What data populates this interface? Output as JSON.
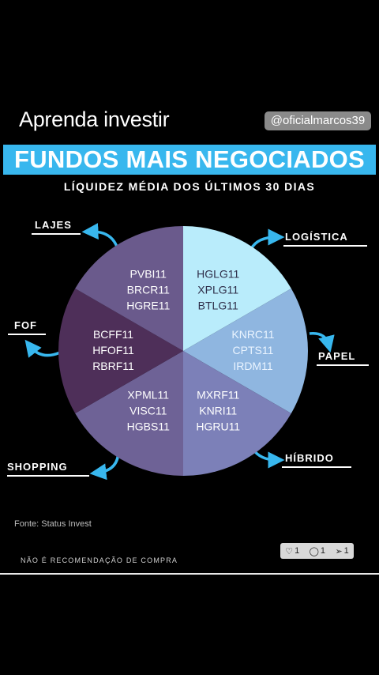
{
  "caption": "Aprenda investir",
  "handle": "@oficialmarcos39",
  "title": "FUNDOS MAIS NEGOCIADOS",
  "subtitle": "LÍQUIDEZ MÉDIA DOS ÚLTIMOS 30 DIAS",
  "segments": [
    {
      "label": "LAJES",
      "tickers": [
        "PVBI11",
        "BRCR11",
        "HGRE11"
      ],
      "color": "#6a5a8c"
    },
    {
      "label": "LOGÍSTICA",
      "tickers": [
        "HGLG11",
        "XPLG11",
        "BTLG11"
      ],
      "color": "#b9ecfb"
    },
    {
      "label": "PAPEL",
      "tickers": [
        "KNRC11",
        "CPTS11",
        "IRDM11"
      ],
      "color": "#8fb6e0"
    },
    {
      "label": "HÍBRIDO",
      "tickers": [
        "MXRF11",
        "KNRI11",
        "HGRU11"
      ],
      "color": "#7c80b8"
    },
    {
      "label": "SHOPPING",
      "tickers": [
        "XPML11",
        "VISC11",
        "HGBS11"
      ],
      "color": "#6e6296"
    },
    {
      "label": "FOF",
      "tickers": [
        "BCFF11",
        "HFOF11",
        "RBRF11"
      ],
      "color": "#4e2f59"
    }
  ],
  "source": "Fonte: Status Invest",
  "disclaimer": "NÃO É RECOMENDAÇÃO DE COMPRA",
  "stats": {
    "likes": "1",
    "comments": "1",
    "shares": "1"
  },
  "accent": "#38b7ee"
}
